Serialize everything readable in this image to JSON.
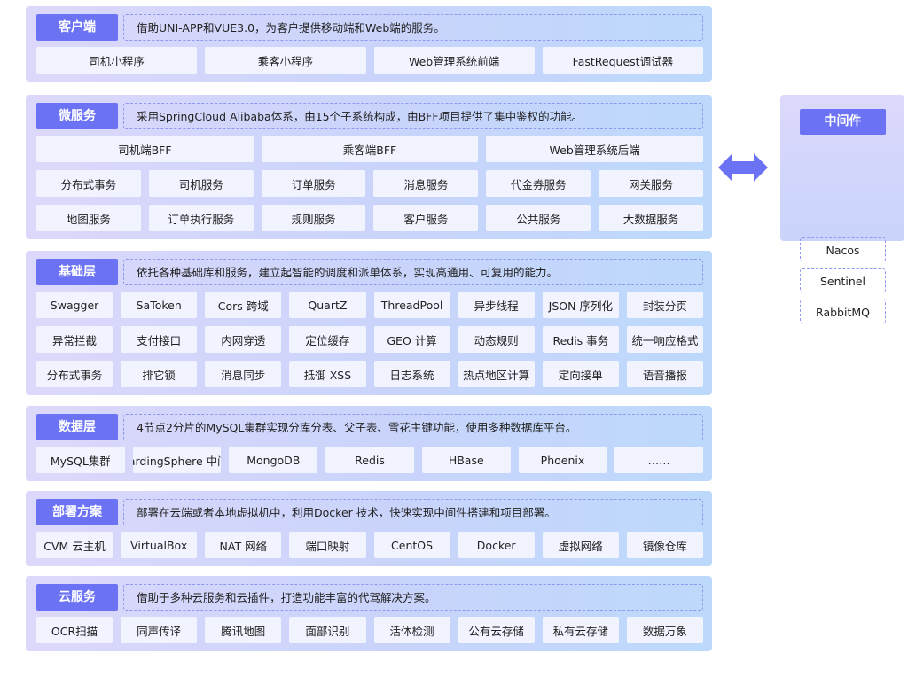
{
  "layers": [
    {
      "title": "客户端",
      "description": "借助UNI-APP和VUE3.0，为客户提供移动端和Web端的服务。",
      "rows": [
        [
          "司机小程序",
          "乘客小程序",
          "Web管理系统前端",
          "FastRequest调试器"
        ]
      ]
    },
    {
      "title": "微服务",
      "description": "采用SpringCloud Alibaba体系，由15个子系统构成，由BFF项目提供了集中鉴权的功能。",
      "rows": [
        [
          "司机端BFF",
          "乘客端BFF",
          "Web管理系统后端"
        ],
        [
          "分布式事务",
          "司机服务",
          "订单服务",
          "消息服务",
          "代金券服务",
          "网关服务"
        ],
        [
          "地图服务",
          "订单执行服务",
          "规则服务",
          "客户服务",
          "公共服务",
          "大数据服务"
        ]
      ]
    },
    {
      "title": "基础层",
      "description": "依托各种基础库和服务，建立起智能的调度和派单体系，实现高通用、可复用的能力。",
      "rows": [
        [
          "Swagger",
          "SaToken",
          "Cors 跨域",
          "QuartZ",
          "ThreadPool",
          "异步线程",
          "JSON 序列化",
          "封装分页"
        ],
        [
          "异常拦截",
          "支付接口",
          "内网穿透",
          "定位缓存",
          "GEO 计算",
          "动态规则",
          "Redis 事务",
          "统一响应格式"
        ],
        [
          "分布式事务",
          "排它锁",
          "消息同步",
          "抵御 XSS",
          "日志系统",
          "热点地区计算",
          "定向接单",
          "语音播报"
        ]
      ]
    },
    {
      "title": "数据层",
      "description": "4节点2分片的MySQL集群实现分库分表、父子表、雪花主键功能，使用多种数据库平台。",
      "rows": [
        [
          "MySQL集群",
          "ShardingSphere 中间件",
          "MongoDB",
          "Redis",
          "HBase",
          "Phoenix",
          "……"
        ]
      ]
    },
    {
      "title": "部署方案",
      "description": "部署在云端或者本地虚拟机中，利用Docker 技术，快速实现中间件搭建和项目部署。",
      "rows": [
        [
          "CVM 云主机",
          "VirtualBox",
          "NAT 网络",
          "端口映射",
          "CentOS",
          "Docker",
          "虚拟网络",
          "镜像仓库"
        ]
      ]
    },
    {
      "title": "云服务",
      "description": "借助于多种云服务和云插件，打造功能丰富的代驾解决方案。",
      "rows": [
        [
          "OCR扫描",
          "同声传译",
          "腾讯地图",
          "面部识别",
          "活体检测",
          "公有云存储",
          "私有云存储",
          "数据万象"
        ]
      ]
    }
  ],
  "middleware": {
    "title": "中间件",
    "items": [
      "Nacos",
      "Sentinel",
      "RabbitMQ"
    ]
  },
  "colors": {
    "badge": "#6b73f4",
    "arrow": "#6b73f4",
    "cell": "#f1f3ff"
  },
  "icons": {
    "arrow": "double-arrow-icon"
  }
}
